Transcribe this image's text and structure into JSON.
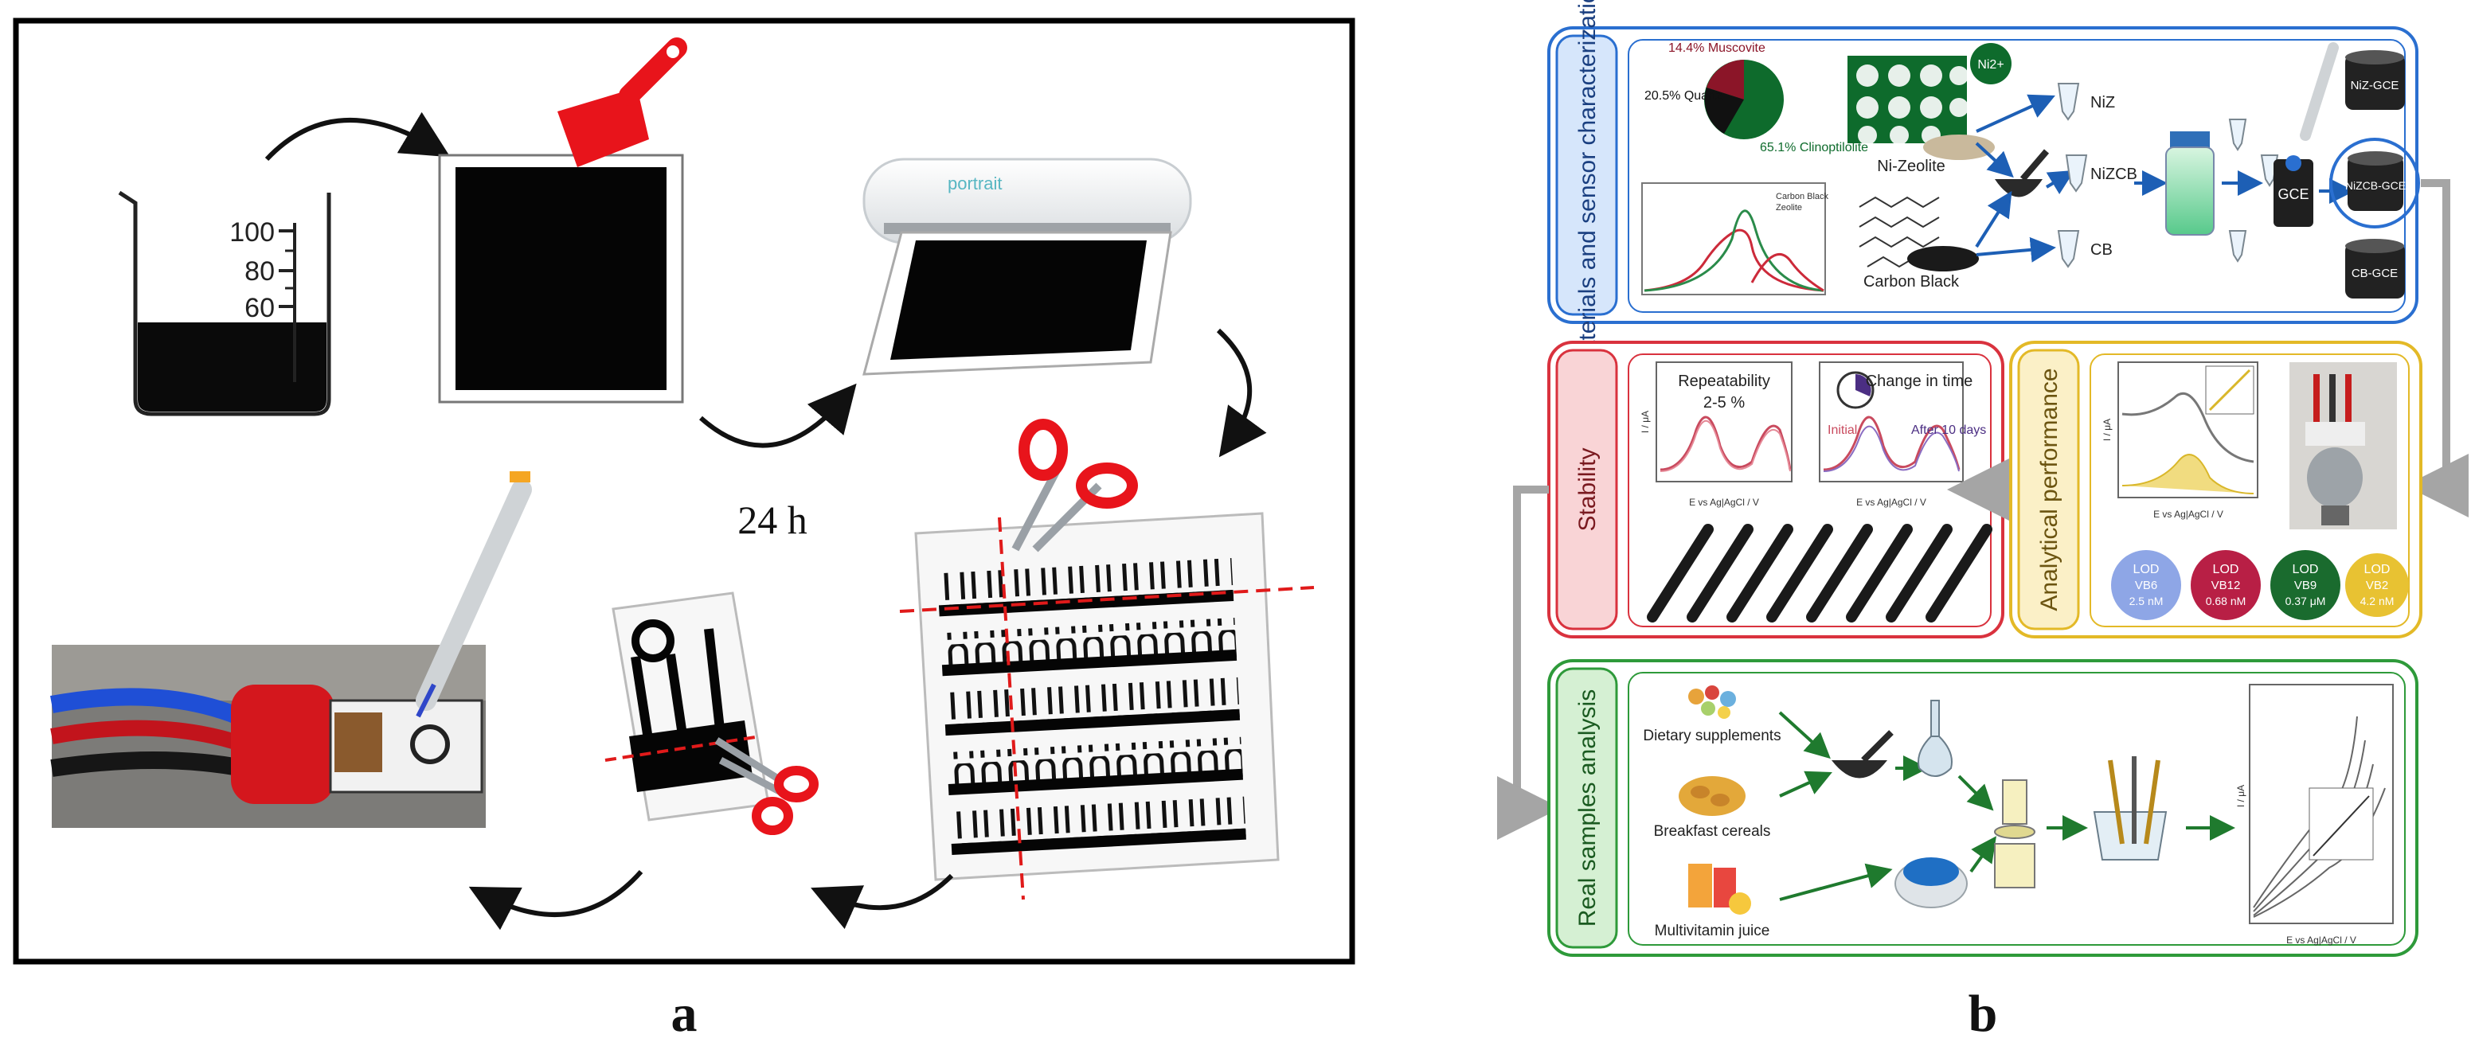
{
  "panel_a": {
    "label": "a",
    "beaker_ticks": [
      "100",
      "80",
      "60"
    ],
    "printer_brand": "portrait",
    "wait_time": "24 h"
  },
  "panel_b": {
    "label": "b",
    "sections": {
      "materials": "Materials and sensor characterization",
      "stability": "Stability",
      "analytical": "Analytical performance",
      "real": "Real samples analysis"
    },
    "materials": {
      "pie_labels": [
        "14.4% Muscovite",
        "20.5% Quartz",
        "65.1% Clinoptilolite"
      ],
      "ni_badge": "Ni2+",
      "zeolite_label": "Ni-Zeolite",
      "carbon_label": "Carbon Black",
      "tube_labels": [
        "NiZ",
        "NiZCB",
        "CB"
      ],
      "gce_label": "GCE",
      "electrodes": [
        "NiZ-GCE",
        "NiZCB-GCE",
        "CB-GCE"
      ],
      "psd_legend": [
        "Carbon Black",
        "Zeolite"
      ]
    },
    "stability": {
      "repeat_title": "Repeatability",
      "repeat_value": "2-5 %",
      "change_title": "Change in time",
      "initial": "Initial",
      "after": "After 10 days",
      "x_axis": "E vs Ag|AgCl / V",
      "y_axis": "I / μA"
    },
    "analytical": {
      "x_axis": "E vs Ag|AgCl / V",
      "y_axis": "I / μA",
      "chips": [
        {
          "title": "LOD",
          "analyte": "VB6",
          "value": "2.5 nM",
          "color": "#8ea6e6"
        },
        {
          "title": "LOD",
          "analyte": "VB12",
          "value": "0.68 nM",
          "color": "#b81f45"
        },
        {
          "title": "LOD",
          "analyte": "VB9",
          "value": "0.37 μM",
          "color": "#1a6b2e"
        },
        {
          "title": "LOD",
          "analyte": "VB2",
          "value": "4.2 nM",
          "color": "#e8c232"
        }
      ]
    },
    "real": {
      "samples": [
        "Dietary supplements",
        "Breakfast cereals",
        "Multivitamin juice"
      ],
      "x_axis": "E vs Ag|AgCl / V",
      "y_axis": "I / μA"
    }
  }
}
